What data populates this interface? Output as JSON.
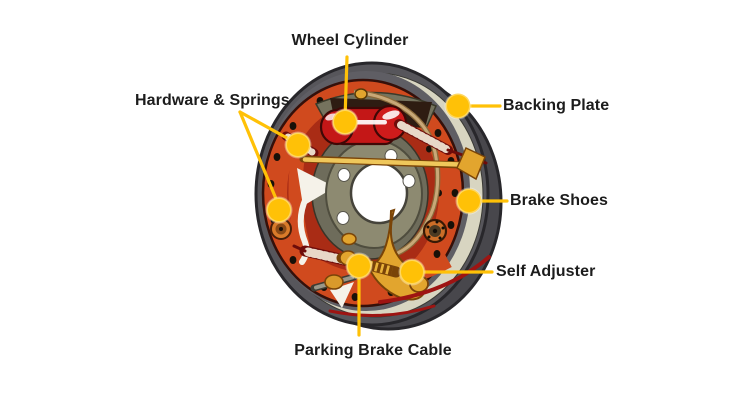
{
  "diagram": {
    "labels": [
      {
        "id": "wheel-cylinder",
        "text": "Wheel Cylinder"
      },
      {
        "id": "hardware-springs",
        "text": "Hardware & Springs"
      },
      {
        "id": "backing-plate",
        "text": "Backing Plate"
      },
      {
        "id": "brake-shoes",
        "text": "Brake Shoes"
      },
      {
        "id": "self-adjuster",
        "text": "Self Adjuster"
      },
      {
        "id": "parking-brake-cable",
        "text": "Parking Brake Cable"
      }
    ]
  },
  "colors": {
    "marker": "#FFC107",
    "marker_ring": "#FFD75E",
    "label_text": "#1C1C1C",
    "background": "#FFFFFF",
    "drum_gray": "#57565B",
    "drum_gray_dark": "#48474C",
    "drum_edge_beige": "#D8D5C1",
    "face_gray": "#5F5E64",
    "shoe_orange": "#D04A1E",
    "shoe_lining_red": "#A92C15",
    "bright_red": "#C41717",
    "spring_maroon": "#6E0C0A",
    "hub_olive": "#8D8A71",
    "hub_olive_dark": "#6E6C5B",
    "gold": "#E2A52E",
    "gold_dark": "#7A4408",
    "cable_tan": "#C8A878",
    "white_gap": "#F5F2E9"
  }
}
